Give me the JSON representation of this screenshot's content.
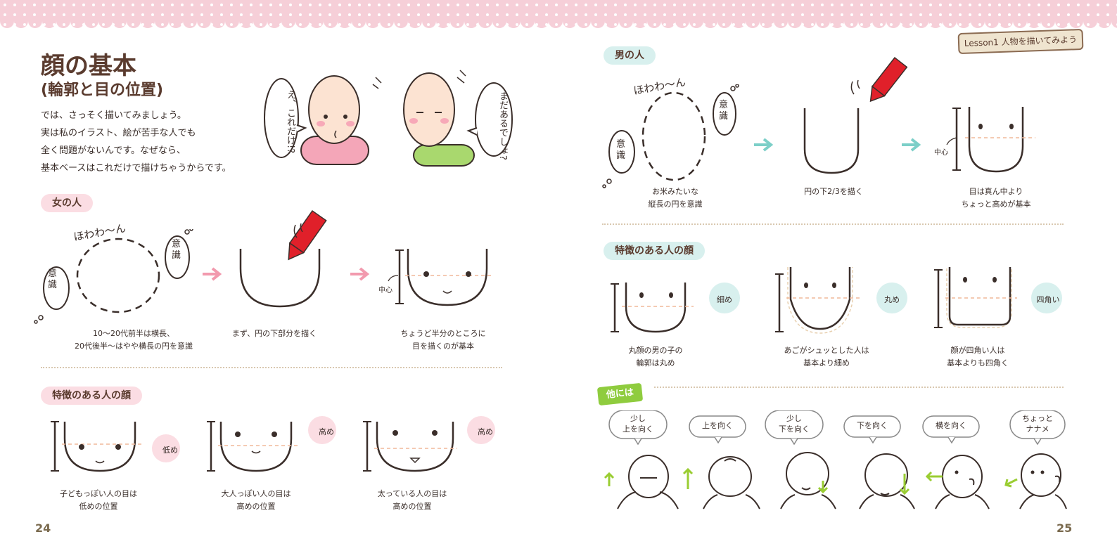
{
  "header_tab": "Lesson1 人物を描いてみよう",
  "left": {
    "title": "顔の基本",
    "subtitle": "(輪郭と目の位置)",
    "intro": [
      "では、さっそく描いてみましょう。",
      "実は私のイラスト、絵が苦手な人でも",
      "全く問題がないんです。なぜなら、",
      "基本ベースはこれだけで描けちゃうからです。"
    ],
    "bubble_left": [
      "え、",
      "これだけ!?"
    ],
    "bubble_right": [
      "まだ",
      "あるでしょ?"
    ],
    "woman_section": "女の人",
    "float_text": "ほわわ〜ん",
    "ishiki": "意識",
    "center": "中心",
    "steps": [
      [
        "10〜20代前半は横長、",
        "20代後半〜はやや横長の円を意識"
      ],
      [
        "まず、円の下部分を描く"
      ],
      [
        "ちょうど半分のところに",
        "目を描くのが基本"
      ]
    ],
    "feature_section": "特徴のある人の顔",
    "features": [
      {
        "tag": "低め",
        "caption": [
          "子どもっぽい人の目は",
          "低めの位置"
        ]
      },
      {
        "tag": "高め",
        "caption": [
          "大人っぽい人の目は",
          "高めの位置"
        ]
      },
      {
        "tag": "高め",
        "caption": [
          "太っている人の目は",
          "高めの位置"
        ]
      }
    ],
    "page_number": "24"
  },
  "right": {
    "man_section": "男の人",
    "float_text": "ほわわ〜ん",
    "ishiki": "意識",
    "center": "中心",
    "steps": [
      [
        "お米みたいな",
        "縦長の円を意識"
      ],
      [
        "円の下2/3を描く"
      ],
      [
        "目は真ん中より",
        "ちょっと高めが基本"
      ]
    ],
    "feature_section": "特徴のある人の顔",
    "features": [
      {
        "tag": "細め",
        "caption": [
          "丸顔の男の子の",
          "輪郭は丸め"
        ]
      },
      {
        "tag": "丸め",
        "caption": [
          "あごがシュッとした人は",
          "基本より細め"
        ]
      },
      {
        "tag": "四角い",
        "caption": [
          "顔が四角い人は",
          "基本よりも四角く"
        ]
      }
    ],
    "others_label": "他には",
    "directions": [
      [
        "少し",
        "上を向く"
      ],
      [
        "上を向く"
      ],
      [
        "少し",
        "下を向く"
      ],
      [
        "下を向く"
      ],
      [
        "横を向く"
      ],
      [
        "ちょっと",
        "ナナメ"
      ]
    ],
    "page_number": "25"
  },
  "colors": {
    "pink_label": "#fbdde3",
    "mint_label": "#d8f0ee",
    "accent_pink_arrow": "#f29aae",
    "accent_mint_arrow": "#7ccfc8",
    "green_arrow": "#9acd32",
    "pen_red": "#e0202a",
    "title_brown": "#5a3b2e"
  }
}
